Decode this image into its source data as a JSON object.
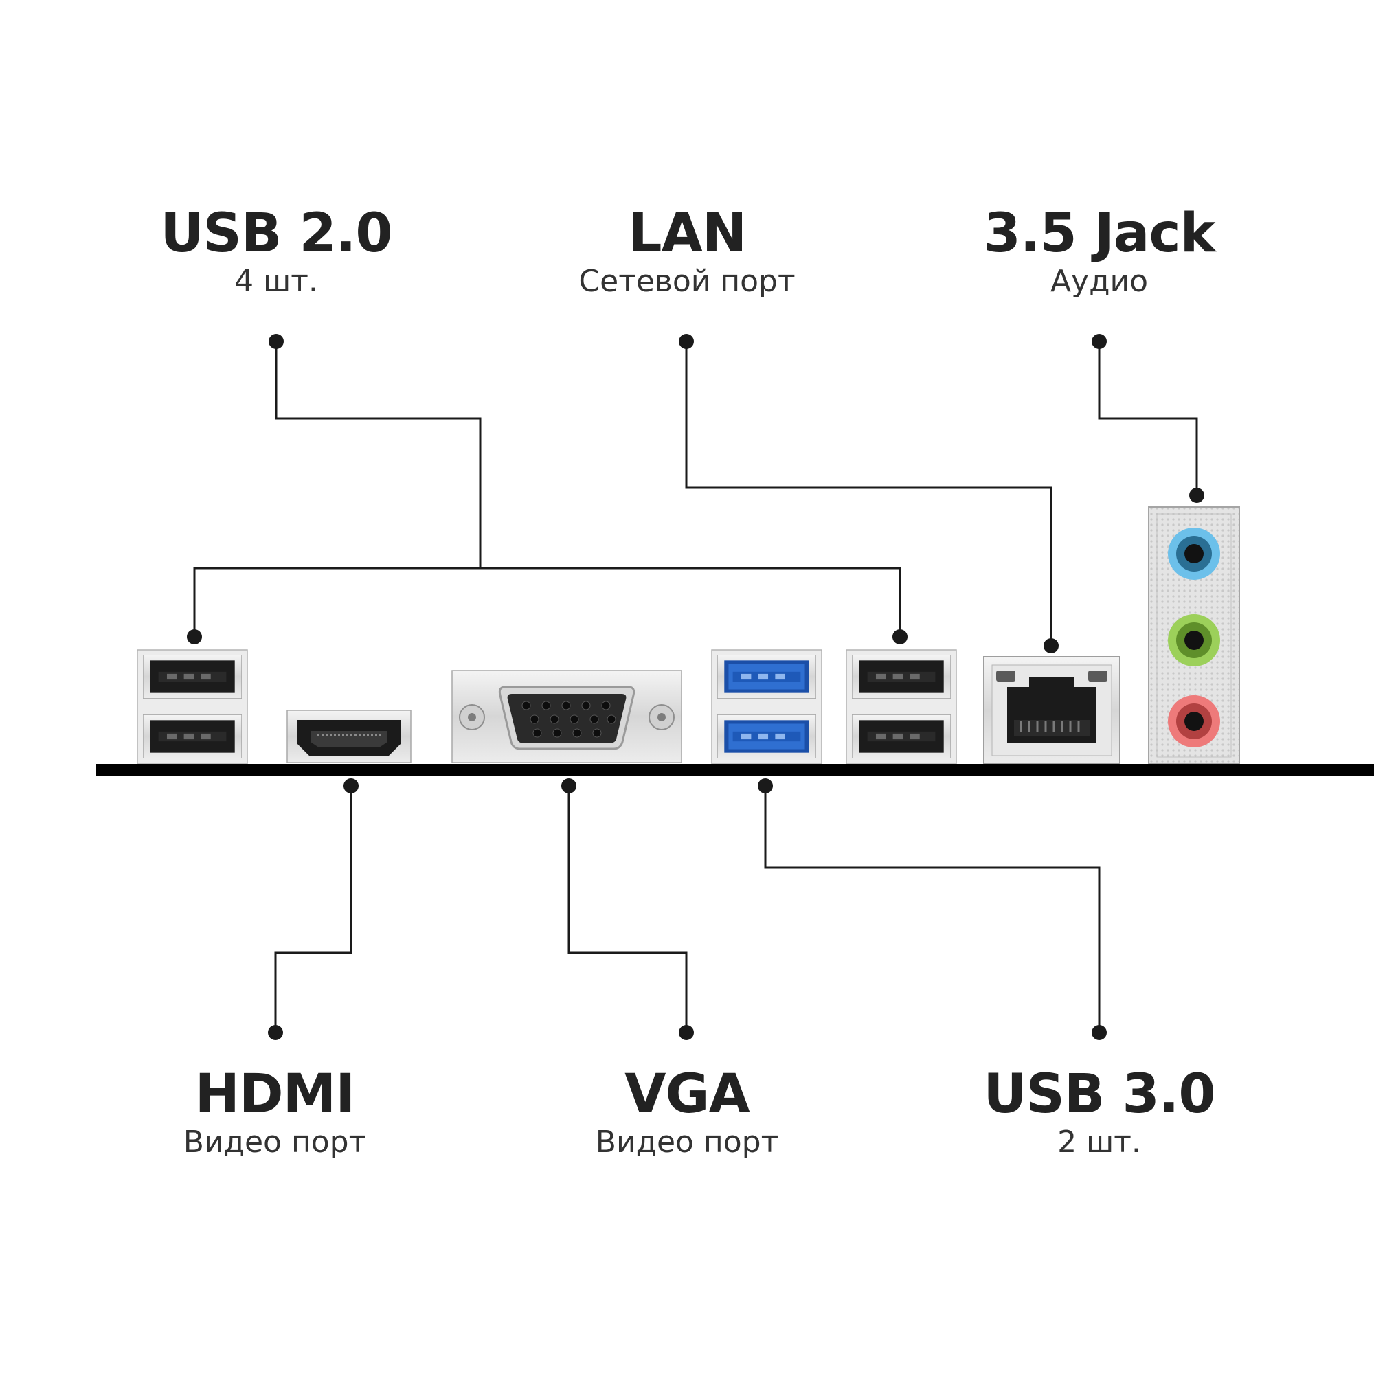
{
  "labels": {
    "usb2": {
      "title": "USB 2.0",
      "subtitle": "4 шт."
    },
    "lan": {
      "title": "LAN",
      "subtitle": "Сетевой порт"
    },
    "jack": {
      "title": "3.5 Jack",
      "subtitle": "Аудио"
    },
    "hdmi": {
      "title": "HDMI",
      "subtitle": "Видео порт"
    },
    "vga": {
      "title": "VGA",
      "subtitle": "Видео порт"
    },
    "usb3": {
      "title": "USB 3.0",
      "subtitle": "2 шт."
    }
  },
  "colors": {
    "text": "#222222",
    "line": "#1a1a1a",
    "board": "#000000",
    "usb3_blue": "#2f6fd1",
    "audio_blue": "#6cc0ea",
    "audio_green": "#9cd05a",
    "audio_pink": "#ee7a7a",
    "metal": "#dedede"
  }
}
